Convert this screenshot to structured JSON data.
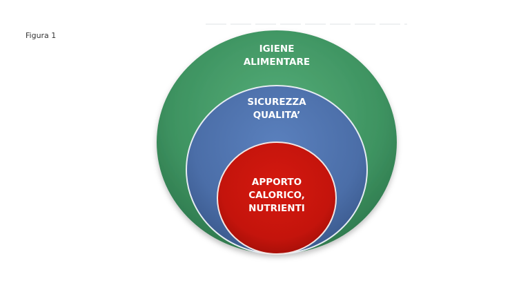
{
  "figure": {
    "caption": "Figura 1"
  },
  "diagram": {
    "type": "nested-circles",
    "colors": {
      "outer": "#3e9361",
      "middle": "#4b6ea8",
      "inner": "#c4140c",
      "stroke": "#ffffff"
    },
    "circles": [
      {
        "lines": [
          "IGIENE",
          "ALIMENTARE"
        ]
      },
      {
        "lines": [
          "SICUREZZA",
          "QUALITA’"
        ]
      },
      {
        "lines": [
          "APPORTO",
          "CALORICO,",
          "NUTRIENTI"
        ]
      }
    ]
  }
}
